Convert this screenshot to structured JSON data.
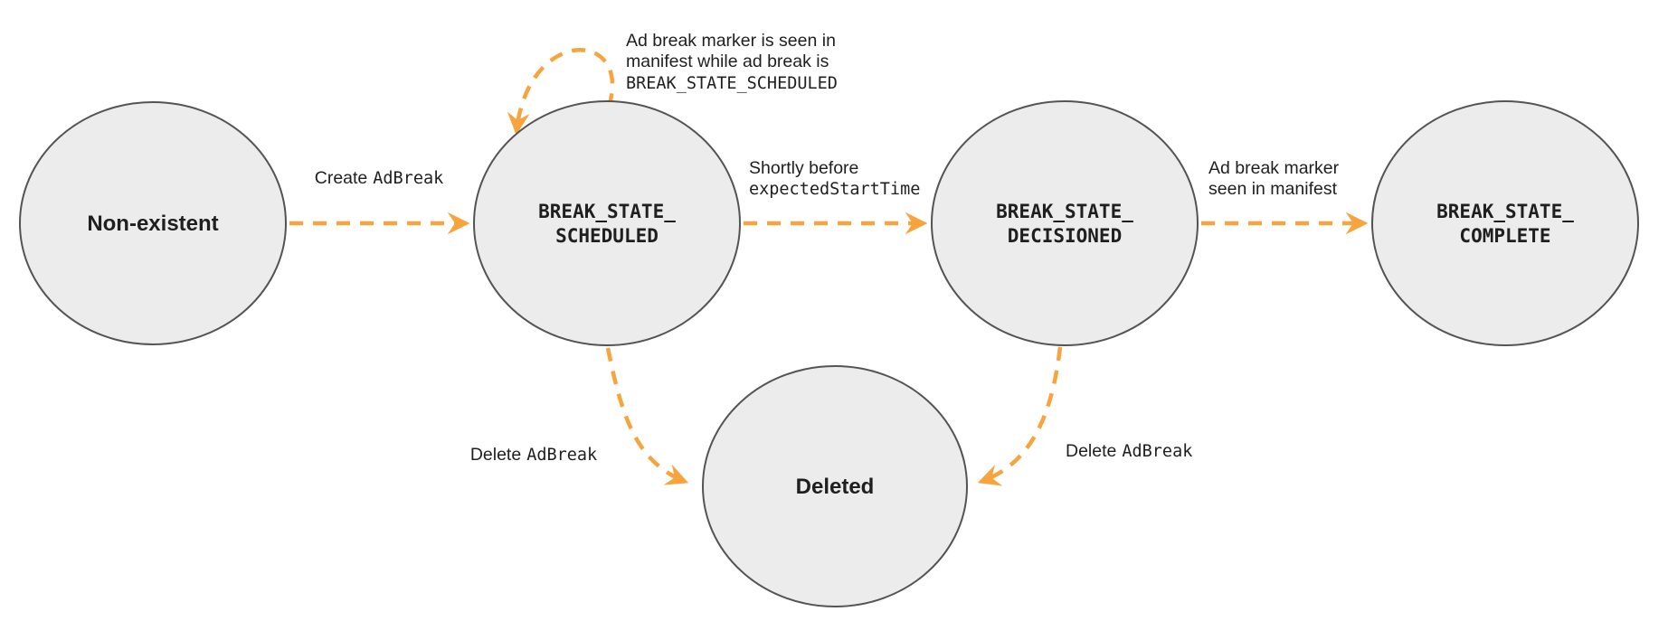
{
  "colors": {
    "arrow": "#F7A43F",
    "node-fill": "#ececec",
    "node-border": "#545454",
    "text": "#1f1f1f"
  },
  "states": {
    "non_existent": {
      "label": "Non-existent"
    },
    "scheduled": {
      "line1": "BREAK_STATE_",
      "line2": "SCHEDULED"
    },
    "decisioned": {
      "line1": "BREAK_STATE_",
      "line2": "DECISIONED"
    },
    "complete": {
      "line1": "BREAK_STATE_",
      "line2": "COMPLETE"
    },
    "deleted": {
      "label": "Deleted"
    }
  },
  "transitions": {
    "create": {
      "plain": "Create",
      "code": "AdBreak"
    },
    "self_loop": {
      "line1": "Ad break marker is seen in",
      "line2": "manifest while ad break is",
      "line3": "BREAK_STATE_SCHEDULED"
    },
    "shortly_before": {
      "line1": "Shortly before",
      "line2": "expectedStartTime"
    },
    "marker_seen": {
      "line1": "Ad break marker",
      "line2": "seen in manifest"
    },
    "delete_from_scheduled": {
      "plain": "Delete",
      "code": "AdBreak"
    },
    "delete_from_decisioned": {
      "plain": "Delete",
      "code": "AdBreak"
    }
  }
}
